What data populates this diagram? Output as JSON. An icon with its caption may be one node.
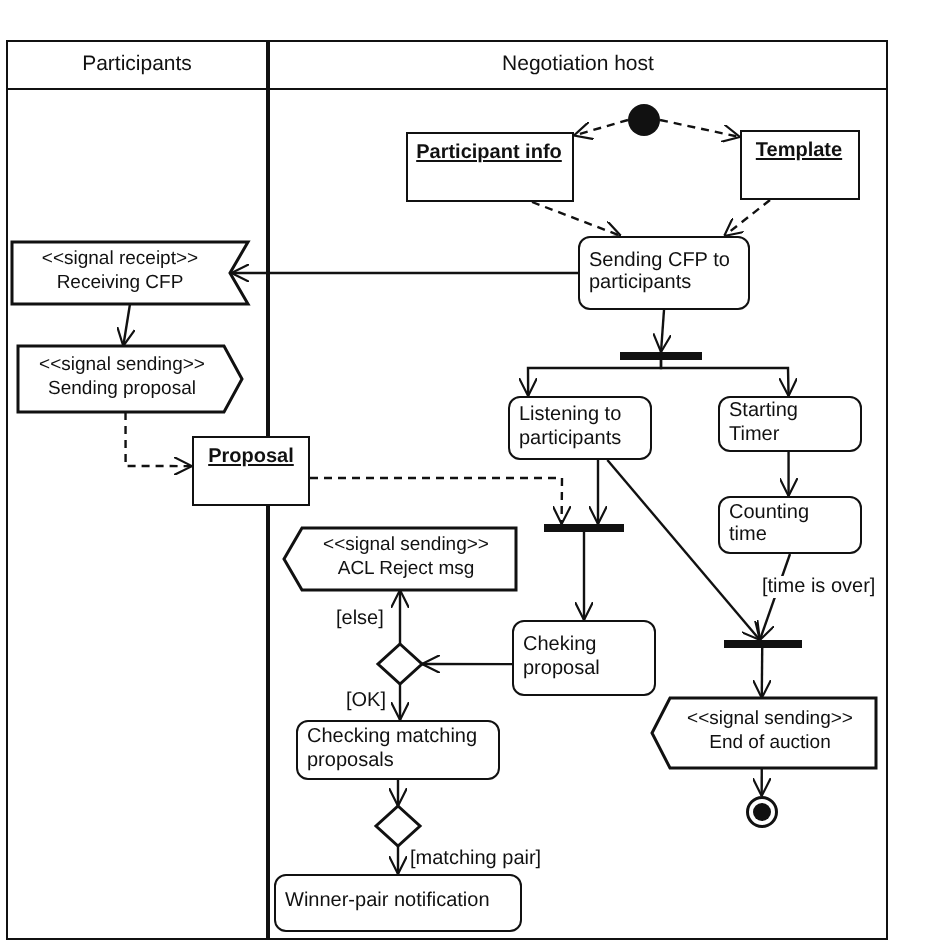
{
  "diagram": {
    "nodes": [
      {
        "text": [
          "Participants"
        ]
      },
      {
        "text": [
          "Negotiation host"
        ]
      },
      {
        "text": [],
        "shape": "circle",
        "in": 1
      },
      {
        "text": [
          "Participant info"
        ],
        "in": 1
      },
      {
        "text": [
          "Template"
        ],
        "in": 1
      },
      {
        "text": [
          "Sending CFP to participants"
        ],
        "in": 1
      },
      {
        "text": [
          "<<signal receipt>>",
          "Receiving CFP"
        ],
        "in": 0
      },
      {
        "text": [
          "<<signal sending>>",
          "Sending proposal"
        ],
        "in": 0
      },
      {
        "text": [],
        "shape": "bar",
        "in": 1
      },
      {
        "text": [
          "Listening to participants"
        ],
        "in": 1
      },
      {
        "text": [
          "Starting Timer"
        ],
        "in": 1
      },
      {
        "text": [
          "Proposal"
        ]
      },
      {
        "text": [
          "Counting time"
        ],
        "in": 1
      },
      {
        "text": [],
        "shape": "bar",
        "in": 1
      },
      {
        "text": [
          "<<signal sending>>",
          "ACL Reject msg"
        ],
        "in": 1
      },
      {
        "text": [],
        "shape": "bar",
        "in": 1
      },
      {
        "text": [],
        "shape": "diamond",
        "in": 1
      },
      {
        "text": [
          "Cheking proposal"
        ],
        "in": 1
      },
      {
        "text": [
          "Checking matching proposals"
        ],
        "in": 1
      },
      {
        "text": [
          "<<signal sending>>",
          "End of auction"
        ],
        "in": 1
      },
      {
        "text": [],
        "shape": "diamond",
        "in": 1
      },
      {
        "text": [],
        "shape": "bullseye",
        "in": 1
      },
      {
        "text": [
          "Winner-pair notification"
        ],
        "in": 1
      }
    ],
    "edges": [
      {
        "from": 2,
        "to": 3,
        "arrow": "to",
        "style": "dashed"
      },
      {
        "from": 2,
        "to": 4,
        "arrow": "to",
        "style": "dashed"
      },
      {
        "from": 3,
        "to": 5,
        "arrow": "to",
        "style": "dashed"
      },
      {
        "from": 4,
        "to": 5,
        "arrow": "to",
        "style": "dashed"
      },
      {
        "from": 5,
        "to": 6,
        "arrow": "to"
      },
      {
        "from": 6,
        "to": 7,
        "arrow": "to"
      },
      {
        "from": 5,
        "to": 8,
        "arrow": "to"
      },
      {
        "from": 8,
        "to": 9,
        "arrow": "to"
      },
      {
        "from": 8,
        "to": 10,
        "arrow": "to"
      },
      {
        "from": 7,
        "to": 11,
        "arrow": "to",
        "style": "dashed"
      },
      {
        "from": 11,
        "to": 13,
        "arrow": "to",
        "style": "dashed"
      },
      {
        "from": 9,
        "to": 13,
        "arrow": "to"
      },
      {
        "from": 10,
        "to": 12,
        "arrow": "to"
      },
      {
        "from": 9,
        "to": 15,
        "arrow": "to"
      },
      {
        "from": 12,
        "to": 15,
        "arrow": "to",
        "label": "[time is over]"
      },
      {
        "from": 13,
        "to": 17,
        "arrow": "to"
      },
      {
        "from": 17,
        "to": 16,
        "arrow": "to"
      },
      {
        "from": 16,
        "to": 14,
        "arrow": "to",
        "label": "[else]"
      },
      {
        "from": 16,
        "to": 18,
        "arrow": "to",
        "label": "[OK]"
      },
      {
        "from": 18,
        "to": 20,
        "arrow": "to"
      },
      {
        "from": 20,
        "to": 22,
        "arrow": "to",
        "label": "[matching pair]"
      },
      {
        "from": 15,
        "to": 19,
        "arrow": "to"
      },
      {
        "from": 19,
        "to": 21,
        "arrow": "to"
      }
    ]
  }
}
